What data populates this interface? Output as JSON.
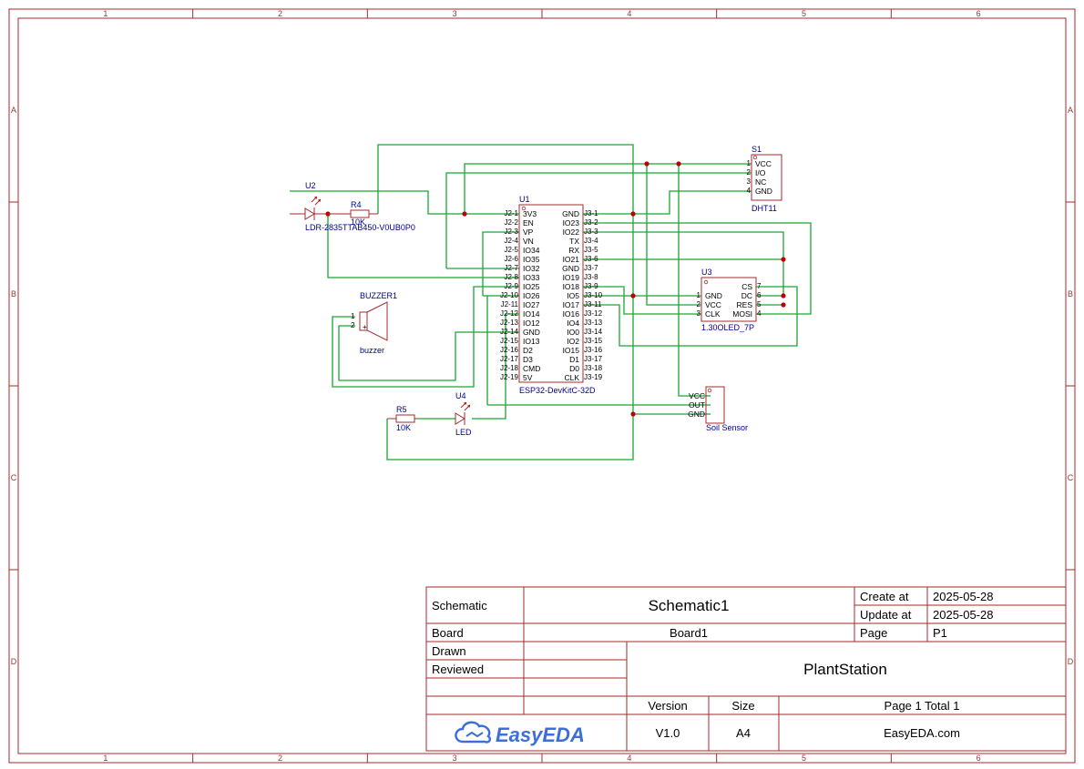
{
  "border": {
    "columns": [
      "1",
      "2",
      "3",
      "4",
      "5",
      "6"
    ],
    "rows": [
      "A",
      "B",
      "C",
      "D"
    ]
  },
  "components": {
    "u1": {
      "designator": "U1",
      "name": "ESP32-DevKitC-32D",
      "left_pins": [
        "3V3",
        "EN",
        "VP",
        "VN",
        "IO34",
        "IO35",
        "IO32",
        "IO33",
        "IO25",
        "IO26",
        "IO27",
        "IO14",
        "IO12",
        "GND",
        "IO13",
        "D2",
        "D3",
        "CMD",
        "5V"
      ],
      "left_nums": [
        "J2-1",
        "J2-2",
        "J2-3",
        "J2-4",
        "J2-5",
        "J2-6",
        "J2-7",
        "J2-8",
        "J2-9",
        "J2-10",
        "J2-11",
        "J2-12",
        "J2-13",
        "J2-14",
        "J2-15",
        "J2-16",
        "J2-17",
        "J2-18",
        "J2-19"
      ],
      "right_pins": [
        "GND",
        "IO23",
        "IO22",
        "TX",
        "RX",
        "IO21",
        "GND",
        "IO19",
        "IO18",
        "IO5",
        "IO17",
        "IO16",
        "IO4",
        "IO0",
        "IO2",
        "IO15",
        "D1",
        "D0",
        "CLK"
      ],
      "right_nums": [
        "J3-1",
        "J3-2",
        "J3-3",
        "J3-4",
        "J3-5",
        "J3-6",
        "J3-7",
        "J3-8",
        "J3-9",
        "J3-10",
        "J3-11",
        "J3-12",
        "J3-13",
        "J3-14",
        "J3-15",
        "J3-16",
        "J3-17",
        "J3-18",
        "J3-19"
      ]
    },
    "s1": {
      "designator": "S1",
      "name": "DHT11",
      "pins": [
        "VCC",
        "I/O",
        "NC",
        "GND"
      ],
      "nums": [
        "1",
        "2",
        "3",
        "4"
      ]
    },
    "u3": {
      "designator": "U3",
      "name": "1.30OLED_7P",
      "left_pins": [
        "GND",
        "VCC",
        "CLK"
      ],
      "left_nums": [
        "1",
        "2",
        "3"
      ],
      "right_pins": [
        "CS",
        "DC",
        "RES",
        "MOSI"
      ],
      "right_nums": [
        "7",
        "6",
        "5",
        "4"
      ]
    },
    "u2": {
      "designator": "U2",
      "name": "LDR-2835TTAB450-V0UB0P0"
    },
    "r4": {
      "designator": "R4",
      "value": "10K"
    },
    "buzzer": {
      "designator": "BUZZER1",
      "name": "buzzer",
      "pin1": "1",
      "pin2": "2",
      "plus": "+"
    },
    "u4": {
      "designator": "U4",
      "name": "LED"
    },
    "r5": {
      "designator": "R5",
      "value": "10K"
    },
    "soil": {
      "name": "Soil Sensor",
      "pins": [
        "VCC",
        "OUT",
        "GND"
      ]
    }
  },
  "title_block": {
    "schematic_label": "Schematic",
    "schematic_value": "Schematic1",
    "create_label": "Create at",
    "create_value": "2025-05-28",
    "update_label": "Update at",
    "update_value": "2025-05-28",
    "board_label": "Board",
    "board_value": "Board1",
    "page_label": "Page",
    "page_value": "P1",
    "drawn_label": "Drawn",
    "reviewed_label": "Reviewed",
    "project_name": "PlantStation",
    "version_label": "Version",
    "version_value": "V1.0",
    "size_label": "Size",
    "size_value": "A4",
    "page_total": "Page  1  Total  1",
    "logo_text": "EasyEDA",
    "website": "EasyEDA.com"
  },
  "colors": {
    "frame": "#a52a2a",
    "wire": "#1aa632",
    "designator": "#00008b",
    "junction": "#c00000",
    "logo": "#3d6fd9"
  }
}
